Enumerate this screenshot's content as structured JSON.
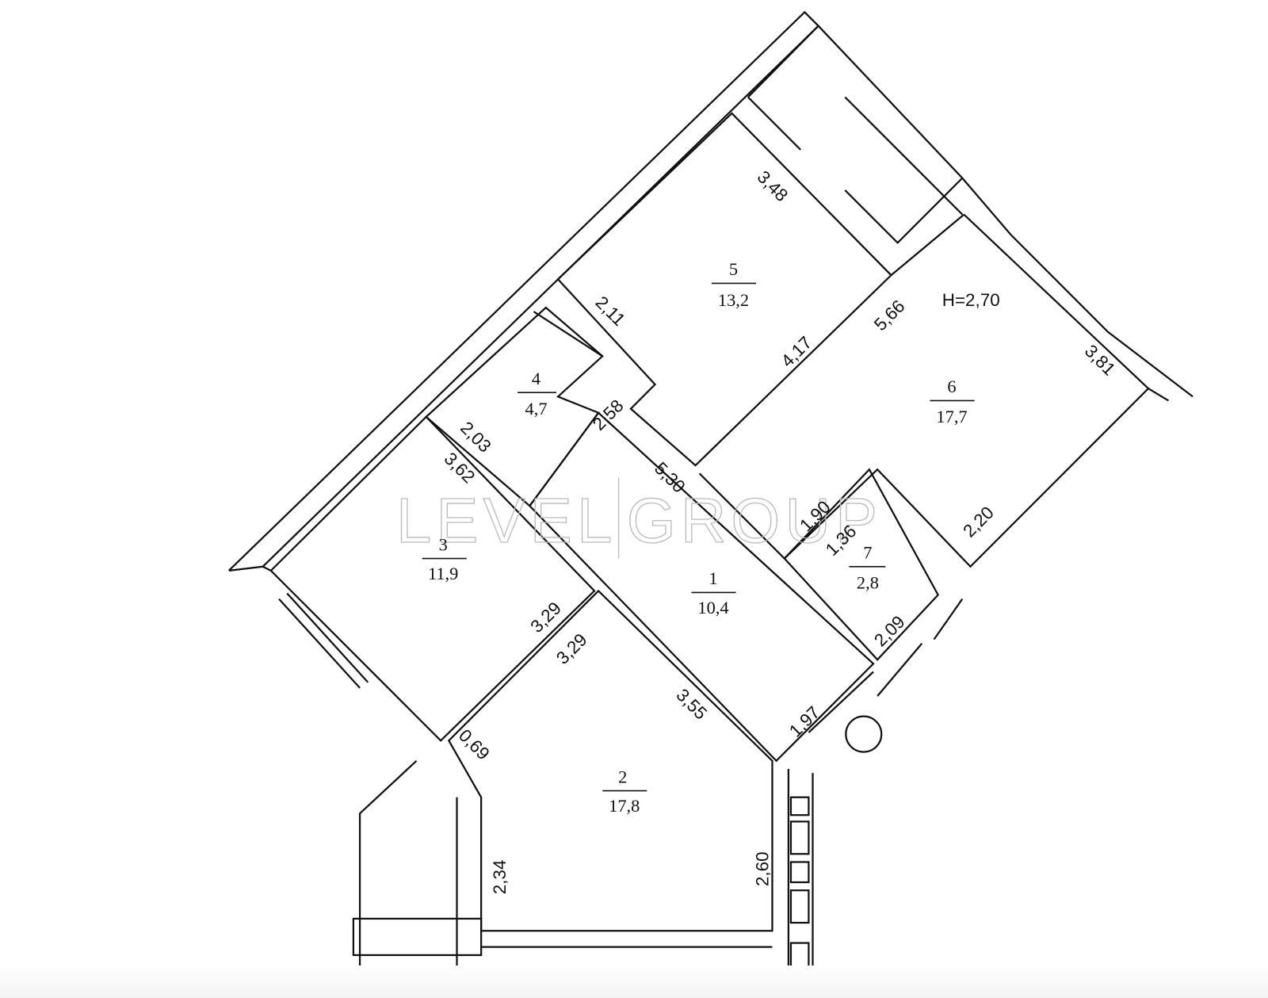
{
  "ceiling_height": "H=2,70",
  "watermark": {
    "left": "LEVEL",
    "right": "GROUP"
  },
  "rooms": [
    {
      "number": "1",
      "area": "10,4"
    },
    {
      "number": "2",
      "area": "17,8"
    },
    {
      "number": "3",
      "area": "11,9"
    },
    {
      "number": "4",
      "area": "4,7"
    },
    {
      "number": "5",
      "area": "13,2"
    },
    {
      "number": "6",
      "area": "17,7"
    },
    {
      "number": "7",
      "area": "2,8"
    }
  ],
  "dimensions": {
    "d348": "3,48",
    "d211": "2,11",
    "d417": "4,17",
    "d566": "5,66",
    "d381": "3,81",
    "d258": "2,58",
    "d203": "2,03",
    "d362": "3,62",
    "d530": "5,30",
    "d190": "1,90",
    "d136": "1,36",
    "d220": "2,20",
    "d329a": "3,29",
    "d329b": "3,29",
    "d209": "2,09",
    "d355": "3,55",
    "d197": "1,97",
    "d069": "0,69",
    "d234": "2,34",
    "d260": "2,60"
  }
}
